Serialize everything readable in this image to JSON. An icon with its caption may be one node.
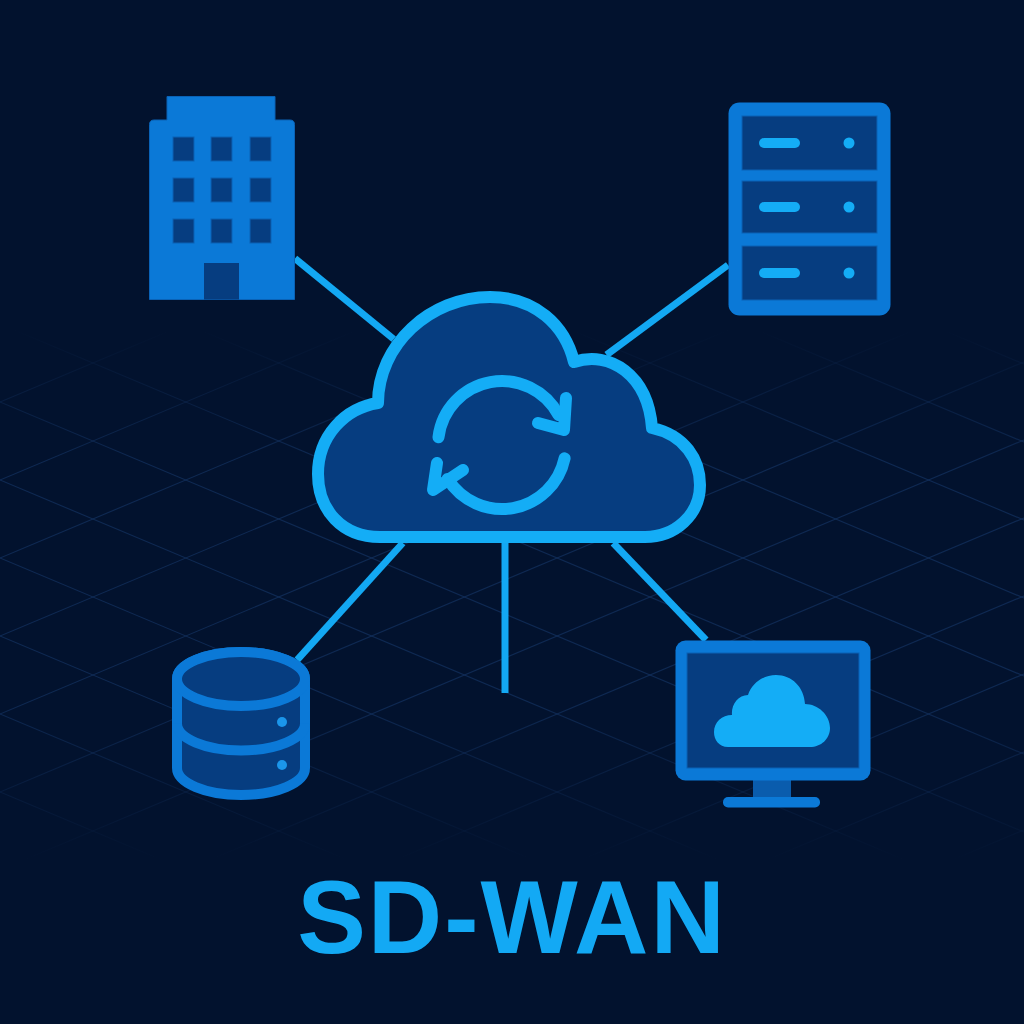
{
  "diagram": {
    "title": "SD-WAN",
    "nodes": [
      {
        "text": [],
        "shape": "picture"
      },
      {
        "text": [],
        "shape": "picture"
      },
      {
        "text": [],
        "shape": "cloud"
      },
      {
        "text": [],
        "shape": "cylinder"
      },
      {
        "text": [],
        "shape": "picture"
      }
    ],
    "edges": [
      {
        "from": 0,
        "to": 2,
        "arrow": "none"
      },
      {
        "from": 1,
        "to": 2,
        "arrow": "none"
      },
      {
        "from": 2,
        "to": 3,
        "arrow": "none"
      },
      {
        "from": 2,
        "to": null,
        "arrow": "none"
      },
      {
        "from": 2,
        "to": 4,
        "arrow": "none"
      }
    ]
  }
}
